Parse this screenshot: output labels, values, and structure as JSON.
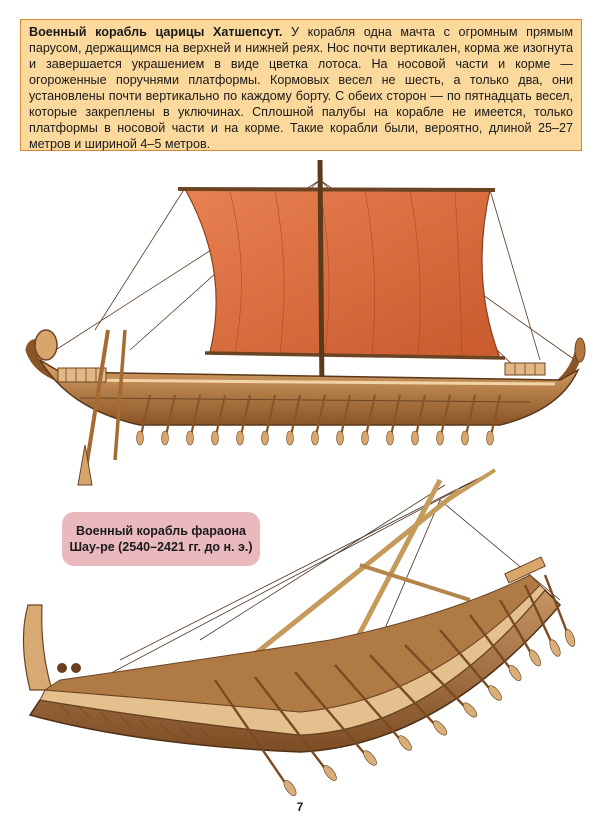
{
  "info": {
    "title": "Военный корабль царицы Хатшепсут.",
    "text": " У корабля одна мачта с огромным прямым парусом, держащимся на верхней и нижней реях. Нос почти вертикален, корма же изогнута и завершается украшением в виде цветка лотоса. На носовой части и корме — огороженные поручнями платформы. Кормовых весел не шесть, а только два, они установлены почти вертикально по каждому борту. С обеих сторон — по пятнадцать весел, которые закреплены в уключинах. Сплошной палубы на корабле не имеется, только платформы в носовой части и на корме. Такие корабли были, вероятно, длиной 25–27 метров и шириной 4–5 метров."
  },
  "caption": {
    "line1": "Военный корабль фараона",
    "line2": "Шау-ре (2540–2421 гг. до н. э.)"
  },
  "page_number": "7",
  "colors": {
    "info_bg": "#fbd89c",
    "info_border": "#d58a3a",
    "caption_bg": "#eab9be",
    "sail": "#e2703f",
    "hull": "#c98a4e"
  }
}
